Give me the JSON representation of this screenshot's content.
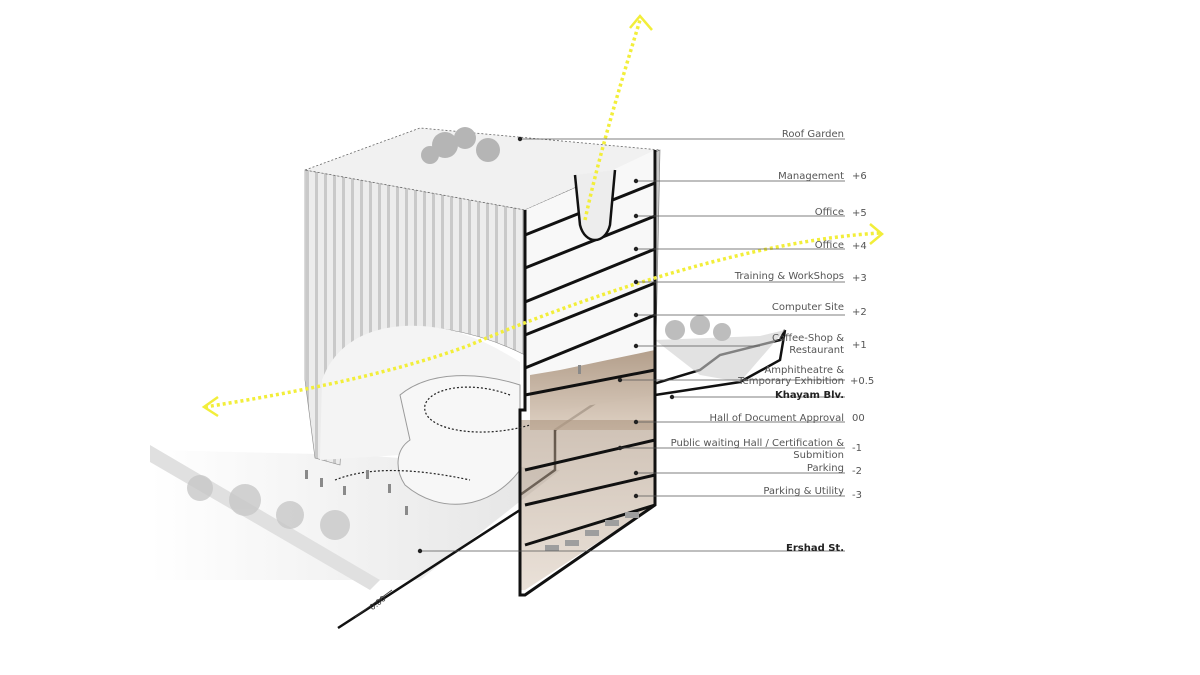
{
  "labels": {
    "roof_garden": "Roof Garden",
    "management": "Management",
    "office_5": "Office",
    "office_4": "Office",
    "training": "Training & WorkShops",
    "computer_site": "Computer Site",
    "coffee_1": "Coffee-Shop &",
    "coffee_2": "Restaurant",
    "amph_1": "Amphitheatre &",
    "amph_2": "Temporary Exhibition",
    "khayam": "Khayam Blv.",
    "hall_approval": "Hall of Document Approval",
    "public_1": "Public waiting Hall / Certification &",
    "public_2": "Submition",
    "parking": "Parking",
    "parking_utility": "Parking & Utility",
    "ershad": "Ershad St."
  },
  "levels": {
    "management": "+6",
    "office_5": "+5",
    "office_4": "+4",
    "training": "+3",
    "computer_site": "+2",
    "coffee": "+1",
    "amph": "+0.5",
    "hall_approval": "00",
    "public": "-1",
    "parking": "-2",
    "parking_utility": "-3"
  },
  "ground_mark": "0.00",
  "colors": {
    "arrow": "#f2ee3a",
    "wood": "#c7b09a",
    "line": "#222222",
    "facade": "#e6e6e6"
  }
}
